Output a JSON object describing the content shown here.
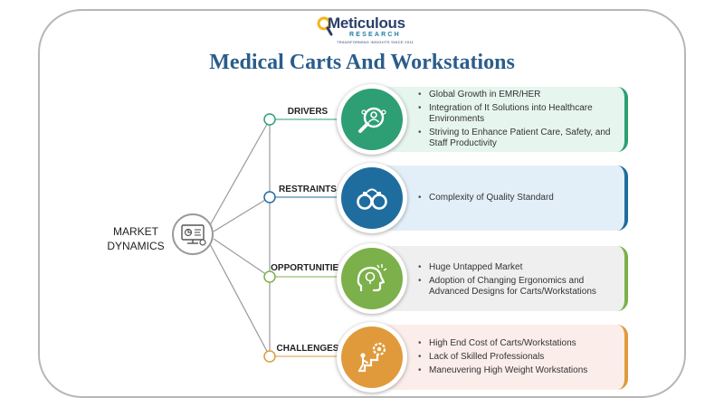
{
  "logo": {
    "name": "Meticulous",
    "sub1": "RESEARCH",
    "sub2": "TRANSFORMING INSIGHTS SINCE 2011"
  },
  "title": "Medical Carts And Workstations",
  "center": {
    "line1": "MARKET",
    "line2": "DYNAMICS",
    "icon": "computer-analytics-icon"
  },
  "colors": {
    "drivers": "#2e9e75",
    "restraints": "#1f6d9e",
    "opportunities": "#7cb04a",
    "challenges": "#e09a3c",
    "title": "#2a5d8c"
  },
  "categories": [
    {
      "label": "DRIVERS",
      "icon": "search-people-icon",
      "bullets": [
        "Global Growth in EMR/HER",
        "Integration of It Solutions into Healthcare Environments",
        "Striving to Enhance Patient Care, Safety, and Staff Productivity"
      ]
    },
    {
      "label": "RESTRAINTS",
      "icon": "handcuffs-icon",
      "bullets": [
        "Complexity of Quality Standard"
      ]
    },
    {
      "label": "OPPORTUNITIES",
      "icon": "head-idea-icon",
      "bullets": [
        "Huge Untapped Market",
        "Adoption of Changing Ergonomics and Advanced Designs for Carts/Workstations"
      ]
    },
    {
      "label": "CHALLENGES",
      "icon": "climbing-gear-icon",
      "bullets": [
        "High End Cost of Carts/Workstations",
        "Lack of Skilled Professionals",
        "Maneuvering High Weight Workstations"
      ]
    }
  ]
}
